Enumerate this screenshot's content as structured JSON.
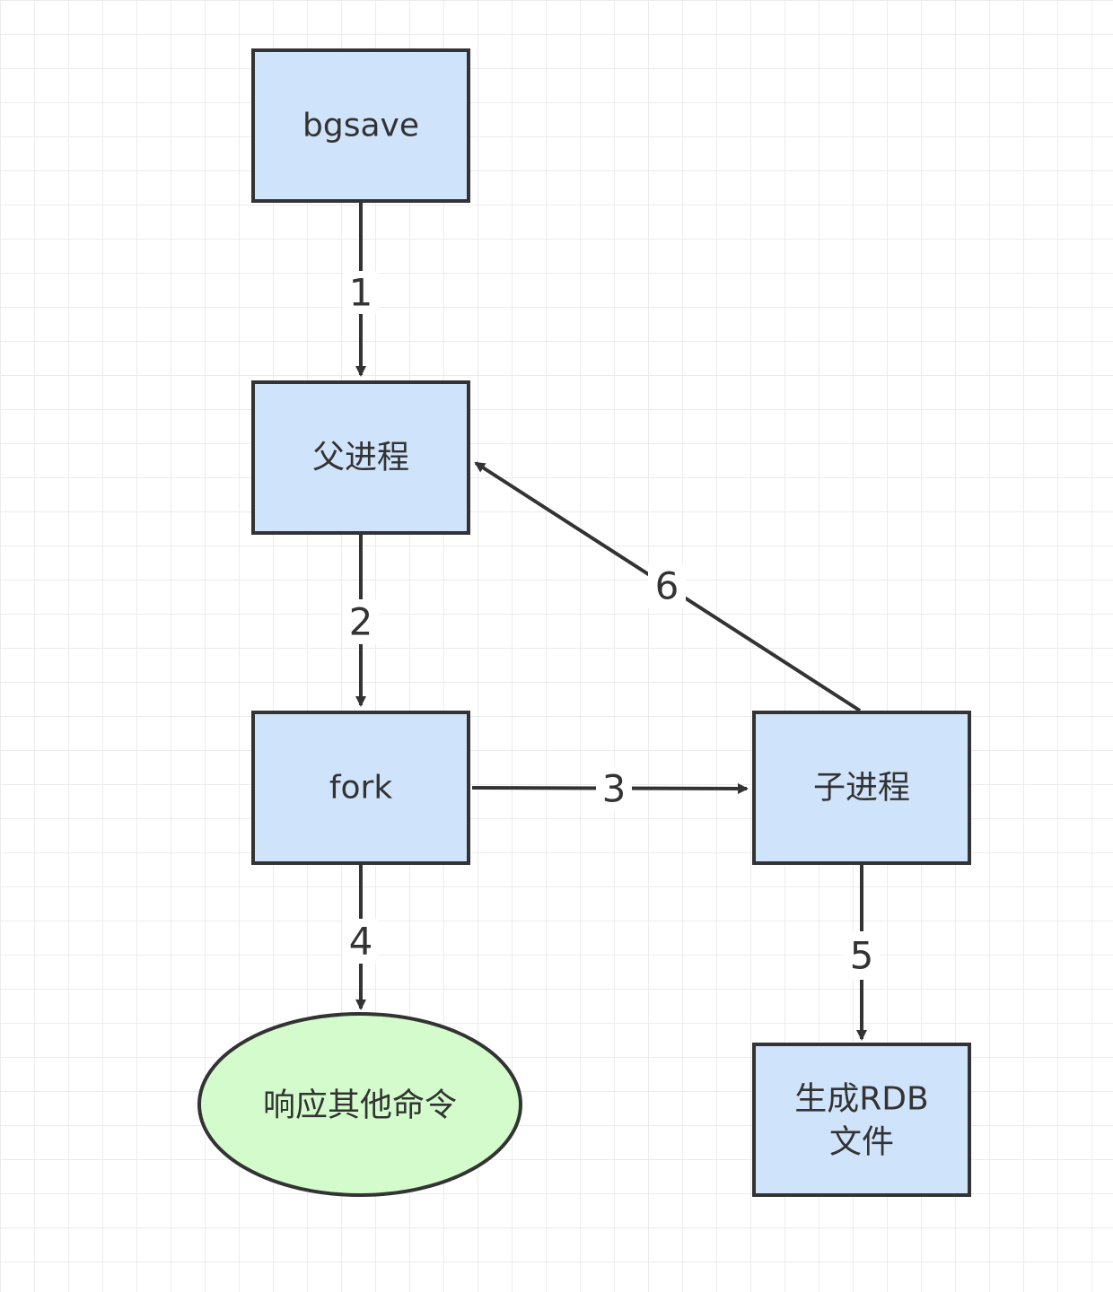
{
  "colors": {
    "box_fill": "#cfe3fa",
    "ellipse_fill": "#d4fbcc",
    "stroke": "#333333"
  },
  "nodes": {
    "bgsave": "bgsave",
    "parent": "父进程",
    "fork": "fork",
    "child": "子进程",
    "respond": "响应其他命令",
    "rdb_line1": "生成RDB",
    "rdb_line2": "文件"
  },
  "edges": {
    "e1": "1",
    "e2": "2",
    "e3": "3",
    "e4": "4",
    "e5": "5",
    "e6": "6"
  }
}
